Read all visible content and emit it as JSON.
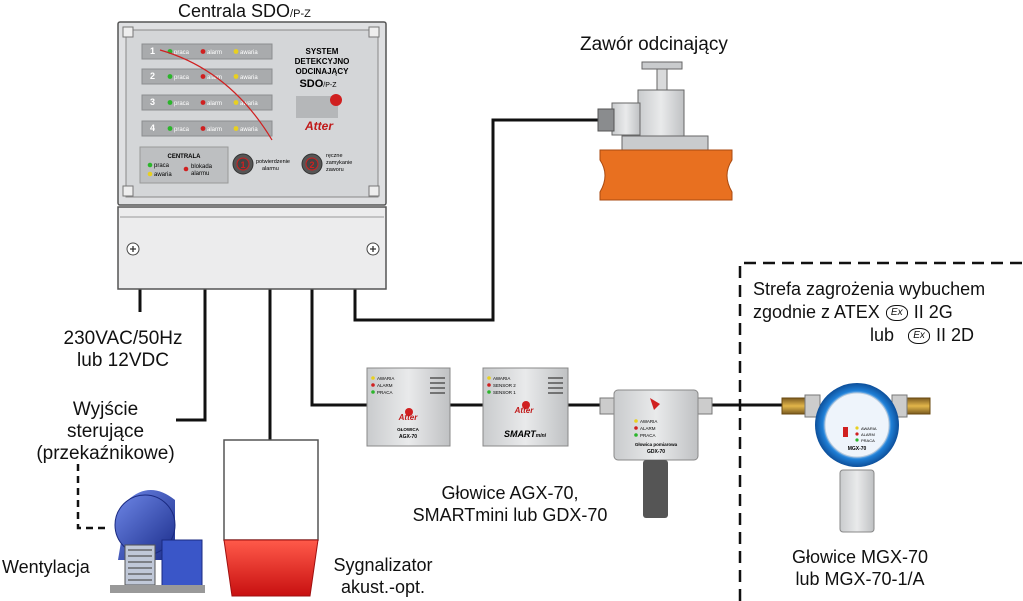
{
  "title_main": "Centrala SDO",
  "title_sub": "/P-Z",
  "valve_label": "Zawór odcinający",
  "power": {
    "line1": "230VAC/50Hz",
    "line2": "lub 12VDC"
  },
  "output": {
    "line1": "Wyjście",
    "line2": "sterujące",
    "line3": "(przekaźnikowe)"
  },
  "ventilation_label": "Wentylacja",
  "signalizer": {
    "line1": "Sygnalizator",
    "line2": "akust.-opt."
  },
  "heads_small": {
    "line1": "Głowice AGX-70,",
    "line2": "SMARTmini lub GDX-70"
  },
  "heads_mgx": {
    "line1": "Głowice MGX-70",
    "line2": "lub MGX-70-1/A"
  },
  "zone": {
    "line1": "Strefa zagrożenia wybuchem",
    "line2": "zgodnie z ATEX",
    "line2b": "II 2G",
    "or": "lub",
    "line3b": "II 2D",
    "ex_symbol": "Ex"
  },
  "panel": {
    "system_lines": [
      "SYSTEM",
      "DETEKCYJNO",
      "ODCINAJĄCY"
    ],
    "sdo": "SDO",
    "sdo_sub": "/P-Z",
    "brand": "Atter",
    "channels": [
      {
        "num": "1",
        "l1": "praca",
        "l2": "alarm",
        "l3": "awaria"
      },
      {
        "num": "2",
        "l1": "praca",
        "l2": "alarm",
        "l3": "awaria"
      },
      {
        "num": "3",
        "l1": "praca",
        "l2": "alarm",
        "l3": "awaria"
      },
      {
        "num": "4",
        "l1": "praca",
        "l2": "alarm",
        "l3": "awaria"
      }
    ],
    "centrala": {
      "title": "CENTRALA",
      "praca": "praca",
      "awaria": "awaria",
      "blokada": "blokada",
      "alarmu": "alarmu"
    },
    "btn1": {
      "num": "1",
      "l1": "potwierdzenie",
      "l2": "alarmu"
    },
    "btn2": {
      "num": "2",
      "l1": "ręczne",
      "l2": "zamykanie",
      "l3": "zaworu"
    }
  },
  "agx": {
    "lines": [
      "AWARIA",
      "ALARM",
      "PRACA"
    ],
    "brand": "Atter",
    "model1": "GŁOWICA",
    "model2": "AGX-70"
  },
  "smart": {
    "lines": [
      "AWARIA",
      "SENSOR 2",
      "SENSOR 1"
    ],
    "brand": "Atter",
    "model": "SMART",
    "model_sub": "mini"
  },
  "gdx": {
    "lines": [
      "AWARIA",
      "ALARM",
      "PRACA"
    ],
    "model1": "Głowica pomiarowa",
    "model2": "GDX-70"
  },
  "mgx": {
    "lines": [
      "AWARIA",
      "ALARM",
      "PRACA"
    ],
    "model": "MGX-70"
  },
  "colors": {
    "valve_body": "#e87020",
    "siren": "#e02020",
    "panel": "#cfd1d3",
    "mgx_ring": "#1f7fd6",
    "fan": "#2a4bb8"
  }
}
